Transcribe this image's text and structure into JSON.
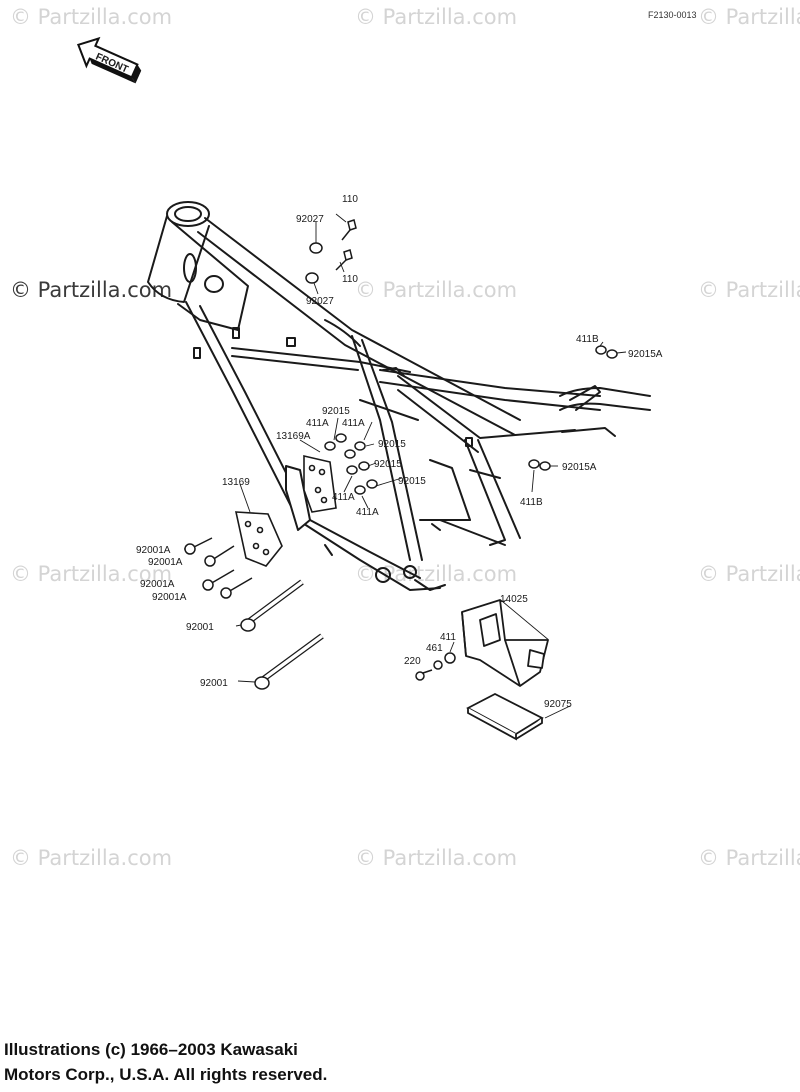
{
  "figure_code": "F2130-0013",
  "front_label": "FRONT",
  "watermarks": [
    "© Partzilla.com",
    "© Partzilla.com",
    "© Partzilla.com",
    "© Partzilla.com",
    "© Partzilla.com",
    "© Partzilla.com",
    "© Partzilla.com",
    "© Partzilla.com",
    "© Partzilla.com",
    "© Partzilla.com",
    "© Partzilla.com",
    "© Partzilla.com"
  ],
  "part_labels": [
    "110",
    "92027",
    "110",
    "92027",
    "411B",
    "92015A",
    "92015",
    "411A",
    "411A",
    "13169A",
    "92015",
    "92015",
    "92015",
    "411A",
    "411A",
    "92015A",
    "411B",
    "13169",
    "92001A",
    "92001A",
    "92001A",
    "92001A",
    "92001",
    "92001",
    "14025",
    "411",
    "461",
    "220",
    "92075"
  ],
  "footer": {
    "line1": "Illustrations (c) 1966–2003 Kawasaki",
    "line2": "Motors Corp., U.S.A.  All rights reserved."
  },
  "colors": {
    "ink": "#1a1a1a",
    "watermark": "#d4d4d4",
    "background": "#ffffff"
  }
}
